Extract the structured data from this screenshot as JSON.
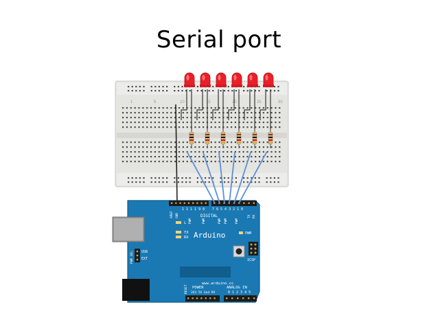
{
  "slide": {
    "title": "Serial port"
  },
  "breadboard": {
    "col_labels": [
      "1",
      "5",
      "10",
      "15",
      "20",
      "25",
      "30"
    ]
  },
  "leds": {
    "count": 6,
    "color": "#e8202a"
  },
  "resistors": {
    "count": 6
  },
  "arduino": {
    "brand": "Arduino",
    "url": "www.arduino.cc",
    "digital_label": "DIGITAL",
    "pwm_label": "PWM",
    "aref_label": "AREF",
    "gnd_label": "GND",
    "tx_label": "TX",
    "rx_label": "RX",
    "l_label": "L",
    "tx_led_label": "TX",
    "rx_led_label": "RX",
    "icsp_label": "ICSP",
    "reset_label": "RESET",
    "power_label": "POWER",
    "power_pins": "3V3 5V Gnd 9V",
    "analog_label": "ANALOG IN",
    "analog_pins": "0 1 2 3 4 5",
    "usb_label": "USB",
    "ext_label": "EXT",
    "pwr_sel_label": "PWR SEL",
    "digital_pin_numbers": "7 6 5 4 3 2 1 0",
    "digital_pin_numbers_high": "1 1 1 1 9 8",
    "board_color": "#1a79b3"
  },
  "colors": {
    "wire_blue": "#5b8fd6",
    "wire_black": "#222222",
    "breadboard": "#e4e4e0"
  }
}
